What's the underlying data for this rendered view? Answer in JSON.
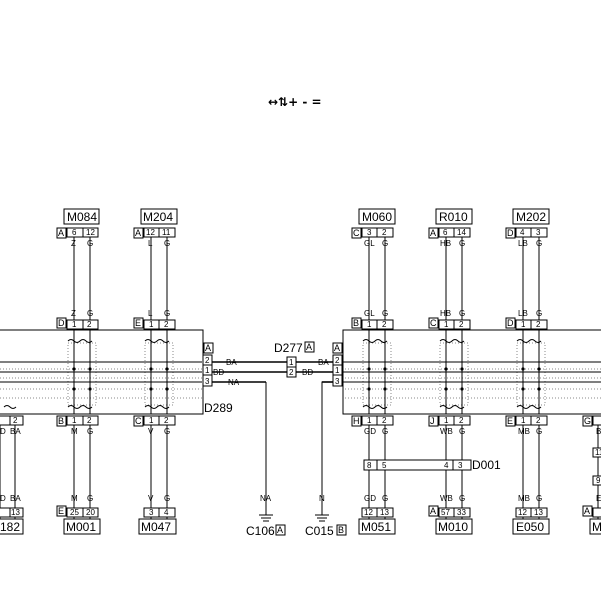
{
  "legend": "↔⇅+ - =",
  "components": {
    "m084": "M084",
    "m204": "M204",
    "m060": "M060",
    "r010": "R010",
    "m202": "M202",
    "d289": "D289",
    "d277": "D277",
    "d001": "D001",
    "m001": "M001",
    "m047": "M047",
    "m051": "M051",
    "m010": "M010",
    "e050": "E050",
    "x182": "182",
    "xm": "M",
    "c106": "C106",
    "c015": "C015"
  },
  "letters": {
    "A": "A",
    "B": "B",
    "C": "C",
    "D": "D",
    "E": "E",
    "G": "G",
    "H": "H",
    "J": "J"
  },
  "pins": {
    "p1": "1",
    "p2": "2",
    "p3": "3",
    "p4": "4",
    "p5": "5",
    "p6": "6",
    "p8": "8",
    "p9": "9",
    "p11": "11",
    "p12": "12",
    "p13": "13",
    "p14": "14",
    "p20": "20",
    "p25": "25",
    "p33": "33",
    "p57": "57",
    "p3b": "3"
  },
  "wires": {
    "Z": "Z",
    "G": "G",
    "L": "L",
    "GL": "GL",
    "HB": "HB",
    "LB": "LB",
    "BA": "BA",
    "BD": "BD",
    "NA": "NA",
    "N": "N",
    "M": "M",
    "V": "V",
    "GD": "GD",
    "WB": "WB",
    "MB": "MB",
    "D": "D",
    "E": "E",
    "B": "B"
  }
}
